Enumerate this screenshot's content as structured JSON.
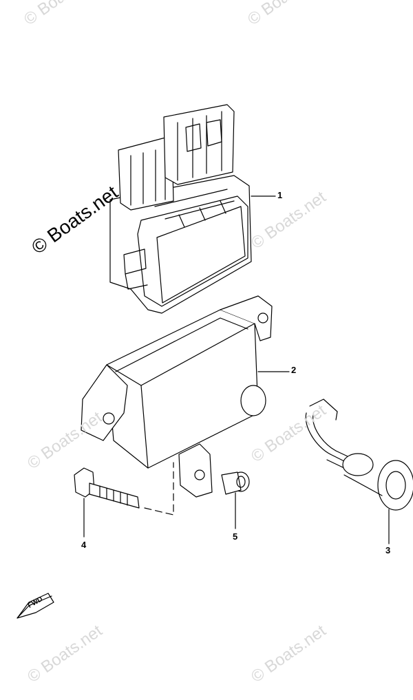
{
  "watermarks": {
    "main": "© Boats.net",
    "faint": "© Boats.net"
  },
  "callouts": {
    "part1": "1",
    "part2": "2",
    "part3": "3",
    "part4": "4",
    "part5": "5"
  },
  "fwd_label": "FWD"
}
